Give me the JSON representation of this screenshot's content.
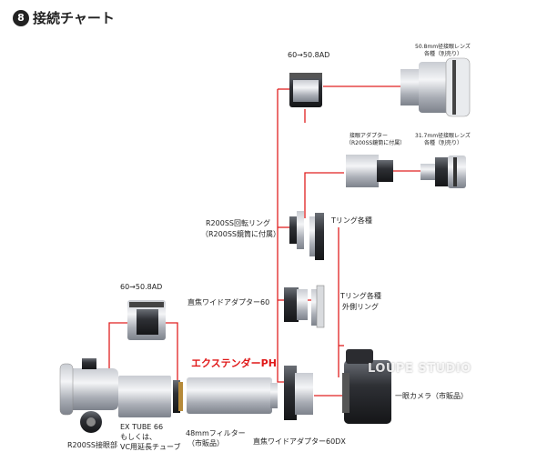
{
  "title": {
    "number": "8",
    "text": "接続チャート"
  },
  "labels": {
    "ad_top": "60→50.8AD",
    "ep508_line1": "50.8mm径接眼レンズ",
    "ep508_line2": "各種（別売り）",
    "adapter_line1": "接眼アダプター",
    "adapter_line2": "（R200SS鏡筒に付属）",
    "ep317_line1": "31.7mm径接眼レンズ",
    "ep317_line2": "各種（別売り）",
    "rotring_line1": "R200SS回転リング",
    "rotring_line2": "（R200SS鏡筒に付属）",
    "tring": "Tリング各種",
    "ad_left": "60→50.8AD",
    "wide60": "直焦ワイドアダプター60",
    "tring_outer_line1": "Tリング各種",
    "tring_outer_line2": "外側リング",
    "extender": "エクステンダーPH",
    "camera": "一眼カメラ（市販品）",
    "extube_line1": "EX TUBE 66",
    "extube_line2": "もしくは、",
    "extube_line3": "VC用延長チューブ",
    "filter_line1": "48mmフィルター",
    "filter_line2": "（市販品）",
    "eyepiece_base": "R200SS接眼部",
    "wide60dx": "直焦ワイドアダプター60DX"
  },
  "watermark": "LOUPE STUDIO",
  "colors": {
    "connector": "#e02020",
    "extender_text": "#e01818"
  }
}
